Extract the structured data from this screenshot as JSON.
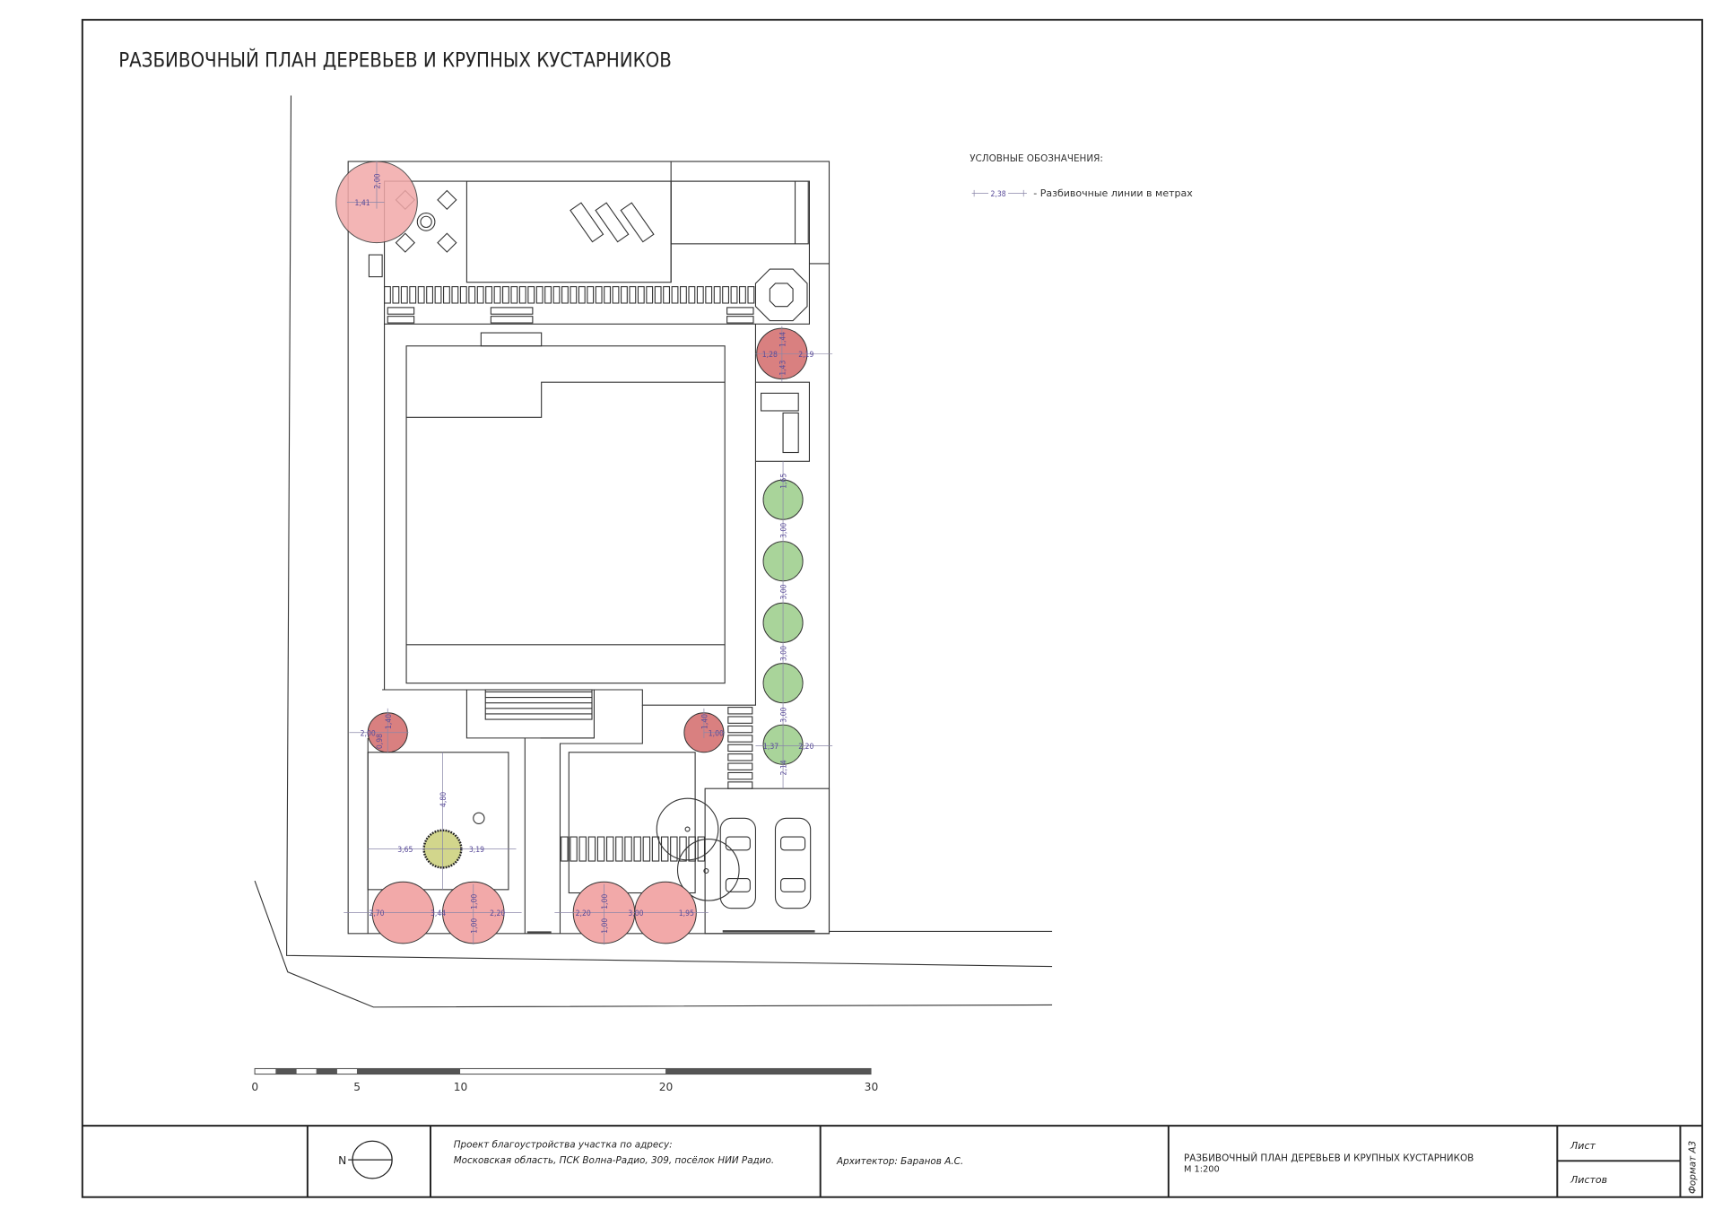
{
  "title": "РАЗБИВОЧНЫЙ ПЛАН ДЕРЕВЬЕВ И КРУПНЫХ КУСТАРНИКОВ",
  "legend": {
    "heading": "УСЛОВНЫЕ ОБОЗНАЧЕНИЯ:",
    "sample_value": "2,38",
    "item_label": "- Разбивочные линии в метрах"
  },
  "colors": {
    "large_tree": "#f2a9a9",
    "medium_tree": "#d98080",
    "shrub_row": "#a9d49a",
    "specimen": "#d2d68c",
    "dimension": "#5a4c9a"
  },
  "dimensions": [
    "2,00",
    "1,41",
    "1,44",
    "1,28",
    "2,19",
    "1,43",
    "1,65",
    "3,00",
    "3,00",
    "3,00",
    "3,00",
    "1,37",
    "2,20",
    "2,14",
    "1,40",
    "2,00",
    "0,98",
    "1,40",
    "1,00",
    "4,80",
    "3,65",
    "3,19",
    "2,70",
    "3,44",
    "1,00",
    "1,00",
    "2,20",
    "2,20",
    "1,00",
    "1,00",
    "3,00",
    "1,95"
  ],
  "scale_bar": {
    "ticks": [
      "0",
      "5",
      "10",
      "20",
      "30"
    ]
  },
  "title_block": {
    "north_label": "N",
    "project_line1": "Проект благоустройства участка по адресу:",
    "project_line2": "Московская область, ПСК Волна-Радио, 309, посёлок НИИ Радио.",
    "architect": "Архитектор: Баранов А.С.",
    "sheet_title": "РАЗБИВОЧНЫЙ ПЛАН ДЕРЕВЬЕВ И КРУПНЫХ КУСТАРНИКОВ",
    "scale": "М 1:200",
    "sheet_label": "Лист",
    "sheets_label": "Листов",
    "format": "Формат А3"
  }
}
